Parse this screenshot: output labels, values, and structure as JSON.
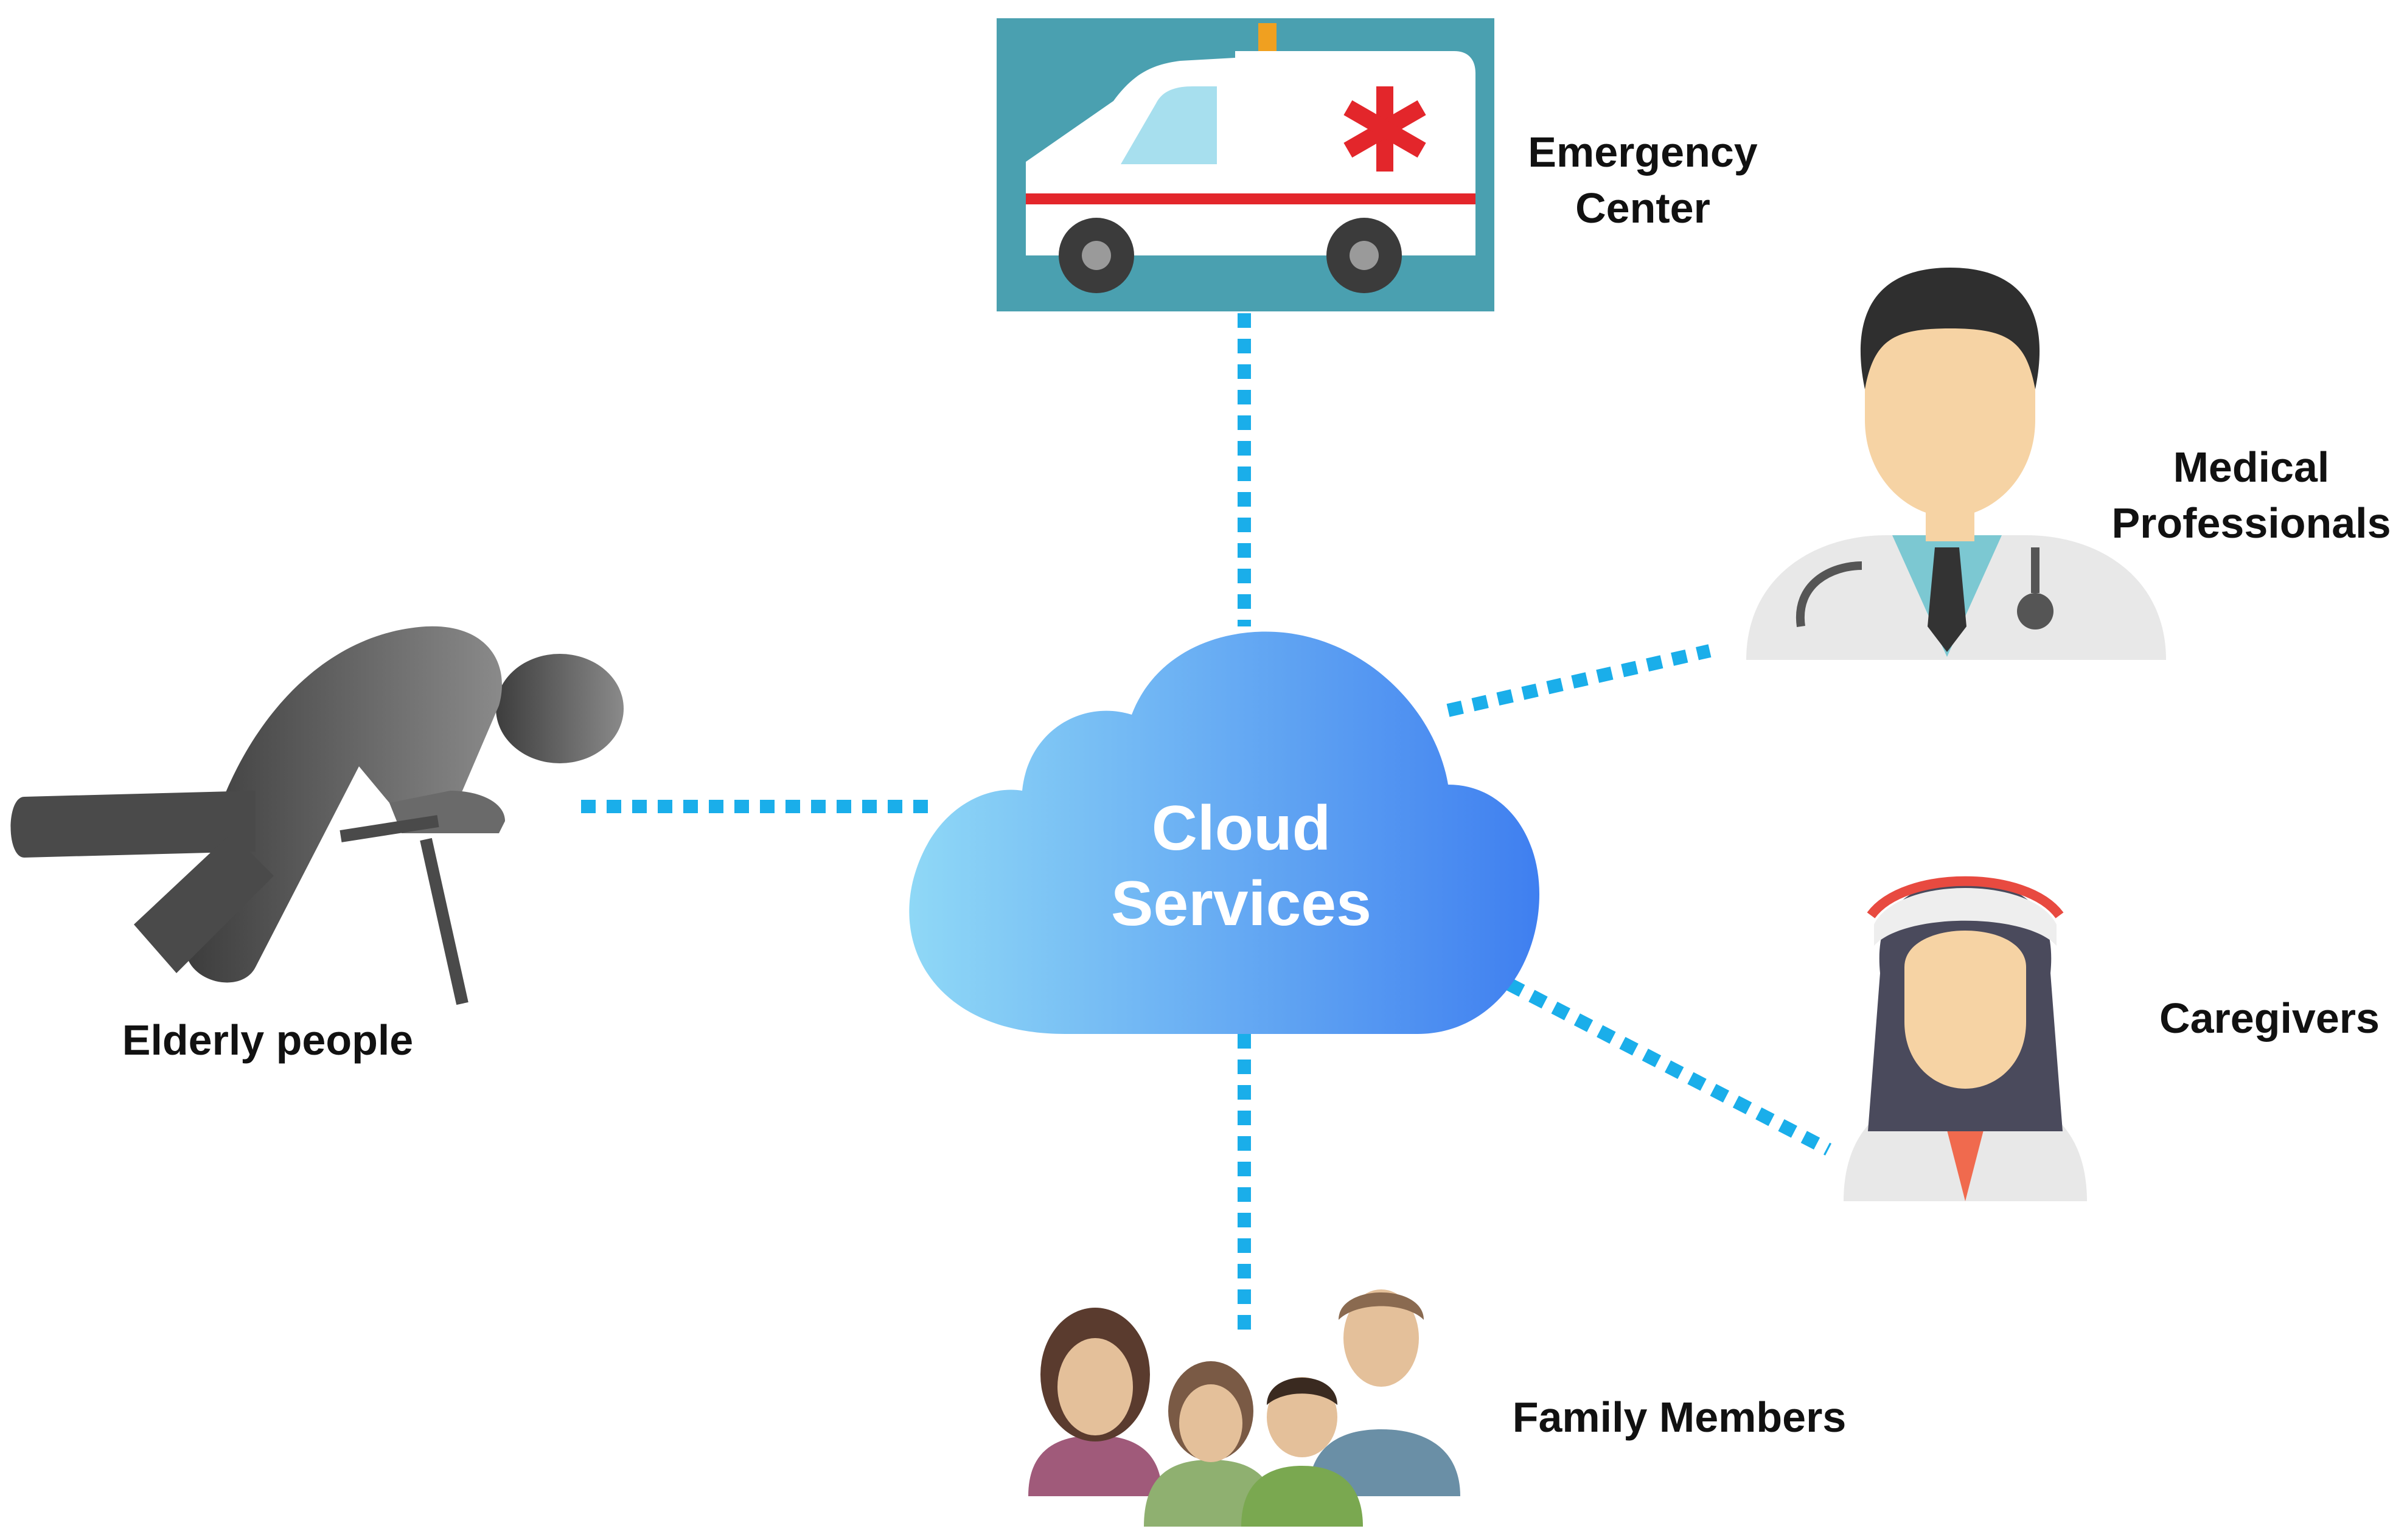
{
  "nodes": {
    "center": {
      "line1": "Cloud",
      "line2": "Services",
      "icon": "cloud-icon"
    },
    "emergency_center": {
      "line1": "Emergency",
      "line2": "Center",
      "icon": "ambulance-icon"
    },
    "medical_professionals": {
      "line1": "Medical",
      "line2": "Professionals",
      "icon": "doctor-icon"
    },
    "caregivers": {
      "label": "Caregivers",
      "icon": "nurse-icon"
    },
    "family_members": {
      "label": "Family Members",
      "icon": "family-icon"
    },
    "elderly_people": {
      "label": "Elderly people",
      "icon": "falling-elderly-person-icon"
    }
  },
  "colors": {
    "connector": "#1aaeea",
    "cloud_light": "#8fd8f6",
    "cloud_dark": "#3f7ff0",
    "ambulance_bg": "#4aa0b0",
    "label_text": "#111111"
  }
}
